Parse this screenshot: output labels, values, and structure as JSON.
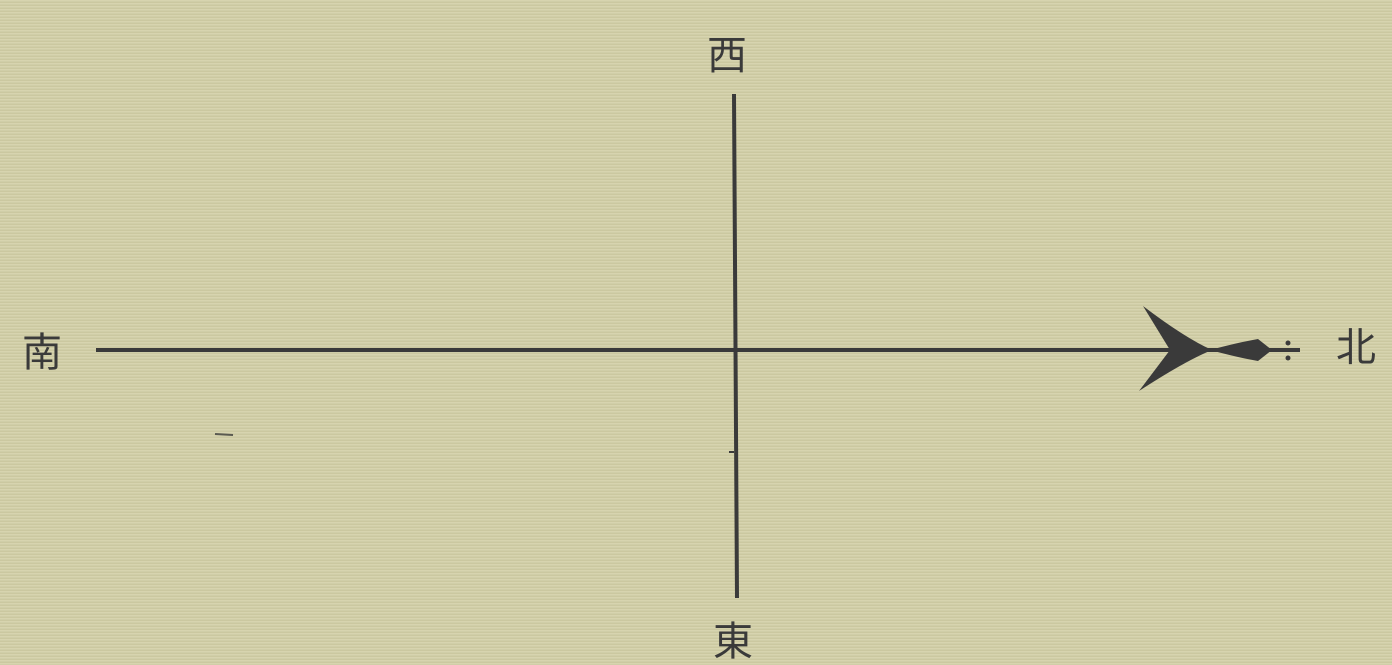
{
  "diagram": {
    "labels": {
      "west": "西",
      "east": "東",
      "south": "南",
      "north": "北"
    },
    "colors": {
      "background": "#d2cfa6",
      "ink": "#3a3a3a"
    }
  }
}
